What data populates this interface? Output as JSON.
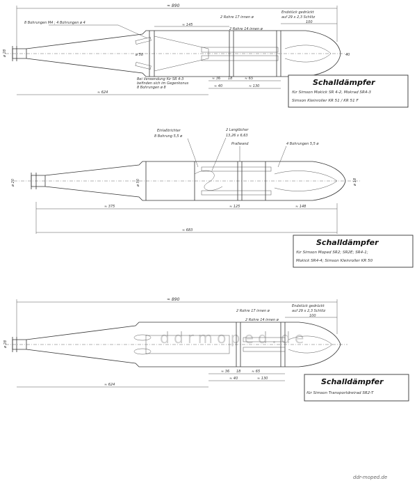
{
  "watermark": "ddrmoped.de",
  "footer": "ddr-moped.de",
  "drawings": [
    {
      "title": "Schalldämpfer",
      "subtitle_lines": [
        "für Simson Mokick SR 4-2, Mokrad SR4-3",
        "Simson Kleinroller KR 51 / KR 51 F"
      ],
      "labels": {
        "len_total": "≈ 890",
        "bohrungen_top": "8 Bohrungen M4 ; 4 Bohrungen ø 4",
        "rohre": "2 Rohre 17 innen ø",
        "endstueck": "Endstück gedrückt",
        "endstueck2": "auf 29 x 2,3  Schlitz",
        "rohre2": "2 Rohre 14 innen ø",
        "d145": "≈ 145",
        "d100": "100",
        "note1": "Bei Verwendung  für SR 4-3",
        "note2": "befinden sich im Gegenkonus",
        "note3": "8 Bohrungen ø 8",
        "d36": "≈ 36",
        "d18": "18",
        "d65": "≈ 65",
        "d40": "≈ 40",
        "d130": "≈ 130",
        "d624": "≈ 624",
        "d28": "ø 28",
        "d58": "ø 58",
        "d40b": "40"
      }
    },
    {
      "title": "Schalldämpfer",
      "subtitle_lines": [
        "für Simson Moped SR2; SR2E; SR4-1;",
        "Mokick SR4-4; Simson Kleinroller KR 50"
      ],
      "labels": {
        "einlass": "Einlaßtrichter",
        "einlass2": "8 Bohrung 5,5 ø",
        "langloch": "2 Langlöcher",
        "langloch2": "13,26 x 6,63",
        "prall": "Prallwand",
        "bohr4": "4 Bohrungen 5,5 ø",
        "d20": "ø 20",
        "d50": "ø 50",
        "d18": "ø 18",
        "d375": "≈ 375",
        "d125": "≈ 125",
        "d148": "≈ 148",
        "d683": "≈ 683"
      }
    },
    {
      "title": "Schalldämpfer",
      "subtitle_lines": [
        "für Simson Transportdreirad SR2-T"
      ],
      "labels": {
        "len_total": "≈ 890",
        "rohre": "2 Rohre 17 innen ø",
        "endstueck": "Endstück gedrückt",
        "endstueck2": "auf 29 x 2,3  Schlitz",
        "rohre2": "2 Rohre 14 innen ø",
        "d100": "100",
        "d36": "≈ 36",
        "d18": "18",
        "d65": "≈ 65",
        "d40": "≈ 40",
        "d130": "≈ 130",
        "d624": "≈ 624",
        "d28": "ø 28"
      }
    }
  ]
}
